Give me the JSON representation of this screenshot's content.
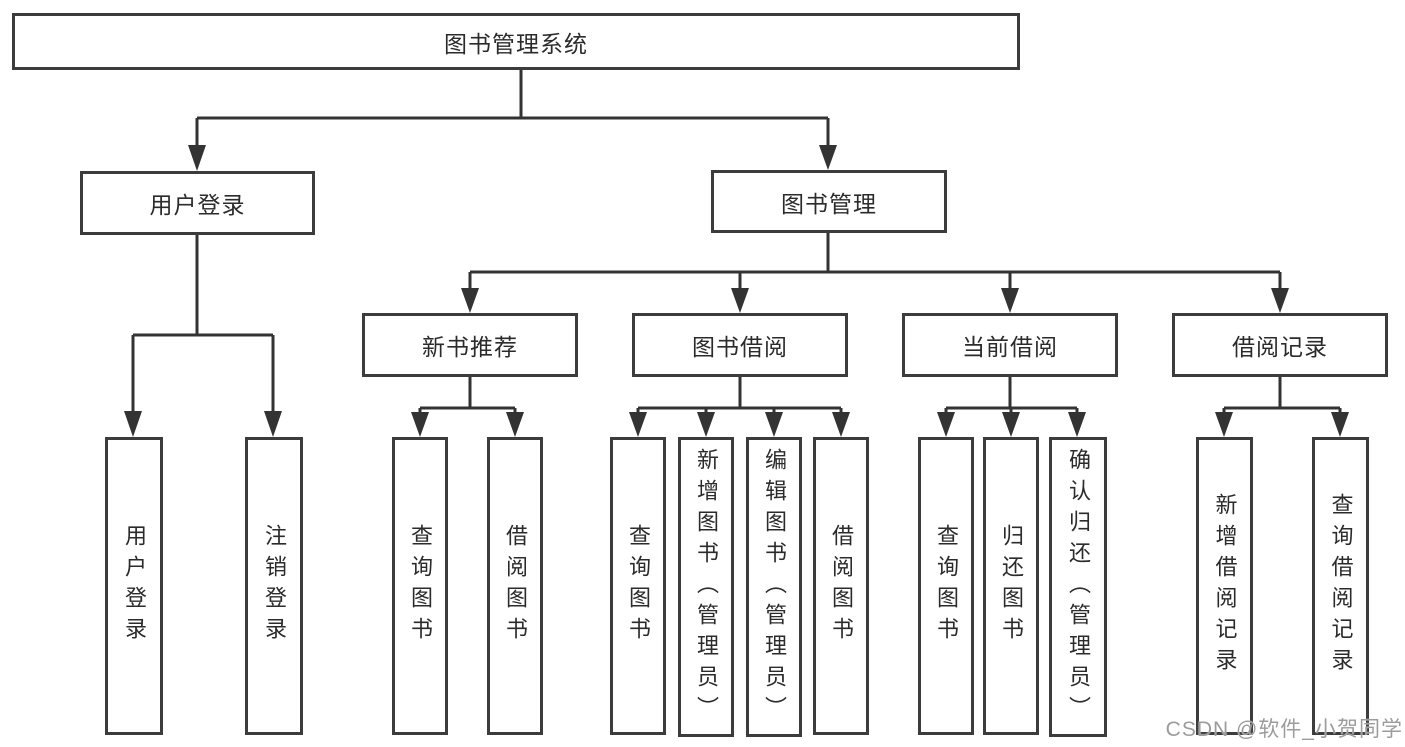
{
  "diagram": {
    "root": {
      "label": "图书管理系统"
    },
    "branches": [
      {
        "label": "用户登录"
      },
      {
        "label": "图书管理"
      }
    ],
    "modules": [
      {
        "label": "新书推荐"
      },
      {
        "label": "图书借阅"
      },
      {
        "label": "当前借阅"
      },
      {
        "label": "借阅记录"
      }
    ],
    "leaves": [
      {
        "label": "用户登录"
      },
      {
        "label": "注销登录"
      },
      {
        "label": "查询图书"
      },
      {
        "label": "借阅图书"
      },
      {
        "label": "查询图书"
      },
      {
        "label": "新增图书（管理员）"
      },
      {
        "label": "编辑图书（管理员）"
      },
      {
        "label": "借阅图书"
      },
      {
        "label": "查询图书"
      },
      {
        "label": "归还图书"
      },
      {
        "label": "确认归还（管理员）"
      },
      {
        "label": "新增借阅记录"
      },
      {
        "label": "查询借阅记录"
      }
    ]
  },
  "watermark": {
    "text": "CSDN @软件_小贺同学"
  },
  "colors": {
    "line": "#333333",
    "text": "#2b2b2b",
    "border": "#3c3c3c",
    "background": "#ffffff",
    "watermark": "#9c9c9c"
  }
}
